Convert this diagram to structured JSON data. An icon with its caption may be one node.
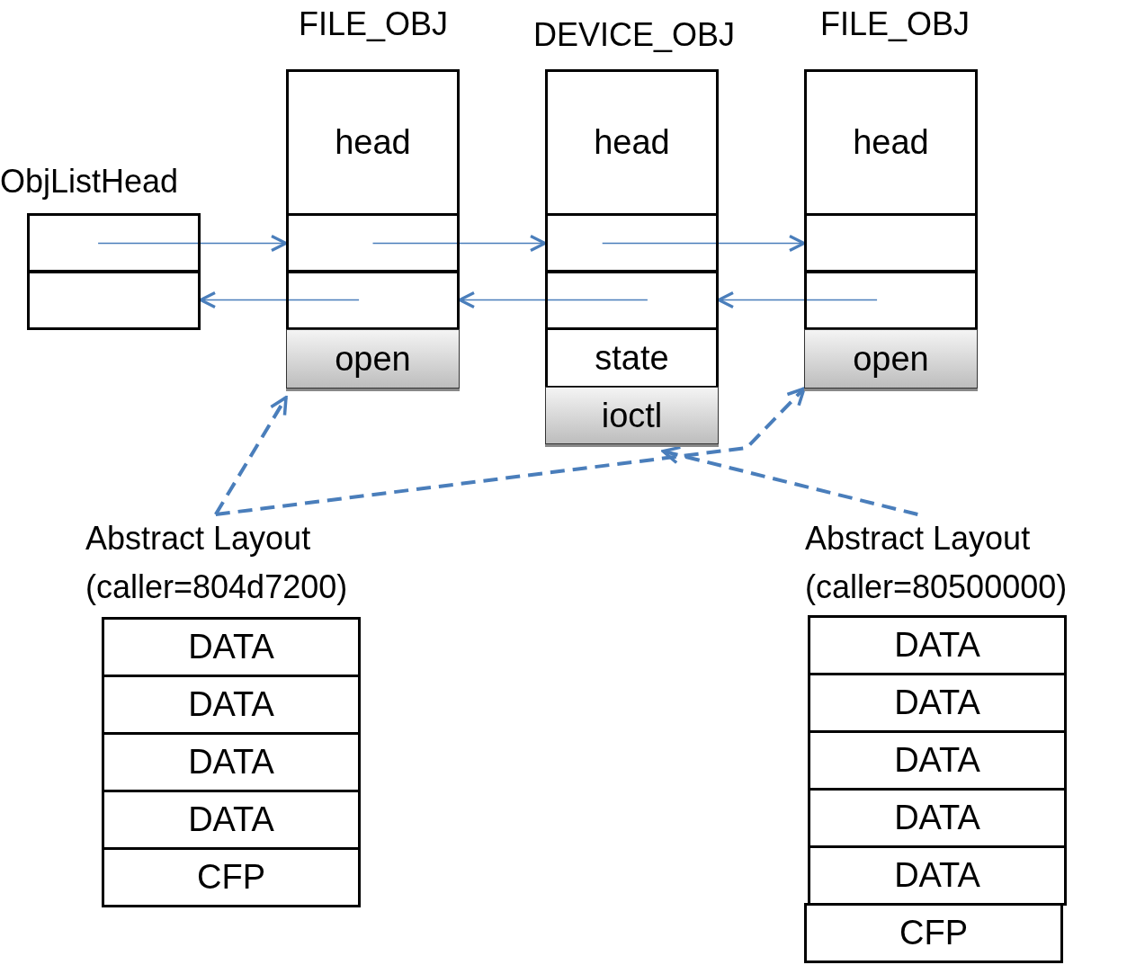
{
  "diagram": {
    "nodes": [
      {
        "text": [
          "ObjListHead"
        ]
      },
      {
        "text": [],
        "shape": "box",
        "in": 0
      },
      {
        "text": [],
        "shape": "box",
        "in": 0
      },
      {
        "text": [
          "FILE_OBJ"
        ]
      },
      {
        "text": [
          "head"
        ],
        "in": 3
      },
      {
        "text": [],
        "shape": "box",
        "in": 3
      },
      {
        "text": [],
        "shape": "box",
        "in": 3
      },
      {
        "text": [
          "open"
        ],
        "in": 3
      },
      {
        "text": [
          "DEVICE_OBJ"
        ]
      },
      {
        "text": [
          "head"
        ],
        "in": 8
      },
      {
        "text": [],
        "shape": "box",
        "in": 8
      },
      {
        "text": [],
        "shape": "box",
        "in": 8
      },
      {
        "text": [
          "state"
        ],
        "in": 8
      },
      {
        "text": [
          "ioctl"
        ],
        "in": 8
      },
      {
        "text": [
          "FILE_OBJ"
        ]
      },
      {
        "text": [
          "head"
        ],
        "in": 14
      },
      {
        "text": [],
        "shape": "box",
        "in": 14
      },
      {
        "text": [],
        "shape": "box",
        "in": 14
      },
      {
        "text": [
          "open"
        ],
        "in": 14
      },
      {
        "text": [
          "Abstract Layout (caller=804d7200)"
        ]
      },
      {
        "text": [
          "DATA"
        ],
        "in": 19
      },
      {
        "text": [
          "DATA"
        ],
        "in": 19
      },
      {
        "text": [
          "DATA"
        ],
        "in": 19
      },
      {
        "text": [
          "DATA"
        ],
        "in": 19
      },
      {
        "text": [
          "CFP"
        ],
        "in": 19
      },
      {
        "text": [
          "Abstract Layout (caller=80500000)"
        ]
      },
      {
        "text": [
          "DATA"
        ],
        "in": 25
      },
      {
        "text": [
          "DATA"
        ],
        "in": 25
      },
      {
        "text": [
          "DATA"
        ],
        "in": 25
      },
      {
        "text": [
          "DATA"
        ],
        "in": 25
      },
      {
        "text": [
          "DATA"
        ],
        "in": 25
      },
      {
        "text": [
          "CFP"
        ],
        "in": 25
      }
    ],
    "edges": [
      {
        "from": 1,
        "to": 5,
        "arrow": "to"
      },
      {
        "from": 5,
        "to": 10,
        "arrow": "to"
      },
      {
        "from": 10,
        "to": 16,
        "arrow": "to"
      },
      {
        "from": 6,
        "to": 2,
        "arrow": "to"
      },
      {
        "from": 11,
        "to": 6,
        "arrow": "to"
      },
      {
        "from": 17,
        "to": 11,
        "arrow": "to"
      },
      {
        "from": 19,
        "to": 7,
        "arrow": "to",
        "style": "dashed"
      },
      {
        "from": 19,
        "to": 18,
        "arrow": "to",
        "style": "dashed"
      },
      {
        "from": 25,
        "to": 13,
        "arrow": "to",
        "style": "dashed"
      }
    ]
  }
}
